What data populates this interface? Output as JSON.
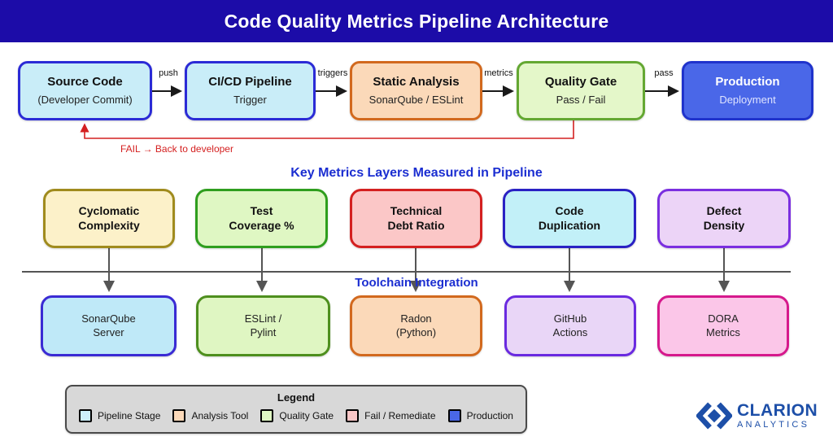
{
  "header": {
    "title": "Code Quality Metrics Pipeline Architecture"
  },
  "pipeline": {
    "nodes": [
      {
        "title": "Source Code",
        "subtitle": "(Developer Commit)"
      },
      {
        "title": "CI/CD Pipeline",
        "subtitle": "Trigger"
      },
      {
        "title": "Static Analysis",
        "subtitle": "SonarQube / ESLint"
      },
      {
        "title": "Quality Gate",
        "subtitle": "Pass / Fail"
      },
      {
        "title": "Production",
        "subtitle": "Deployment"
      }
    ],
    "edges": [
      {
        "label": "push"
      },
      {
        "label": "triggers"
      },
      {
        "label": "metrics"
      },
      {
        "label": "pass"
      }
    ],
    "fail_edge_label": "FAIL → Back to developer"
  },
  "metrics": {
    "section_title": "Key Metrics Layers Measured in Pipeline",
    "boxes": [
      {
        "line1": "Cyclomatic",
        "line2": "Complexity"
      },
      {
        "line1": "Test",
        "line2": "Coverage %"
      },
      {
        "line1": "Technical",
        "line2": "Debt Ratio"
      },
      {
        "line1": "Code",
        "line2": "Duplication"
      },
      {
        "line1": "Defect",
        "line2": "Density"
      }
    ]
  },
  "toolchain": {
    "section_title": "Toolchain Integration",
    "boxes": [
      {
        "line1": "SonarQube",
        "line2": "Server"
      },
      {
        "line1": "ESLint /",
        "line2": "Pylint"
      },
      {
        "line1": "Radon",
        "line2": "(Python)"
      },
      {
        "line1": "GitHub",
        "line2": "Actions"
      },
      {
        "line1": "DORA",
        "line2": "Metrics"
      }
    ]
  },
  "legend": {
    "title": "Legend",
    "items": [
      {
        "label": "Pipeline Stage",
        "fill": "#cdeffb",
        "border": "#2b2bd6"
      },
      {
        "label": "Analysis Tool",
        "fill": "#fbd9b9",
        "border": "#e8962e"
      },
      {
        "label": "Quality Gate",
        "fill": "#dff7c3",
        "border": "#6ab030"
      },
      {
        "label": "Fail / Remediate",
        "fill": "#fbc7c7",
        "border": "#d42020"
      },
      {
        "label": "Production",
        "fill": "#4a67e8",
        "border": "#2033cc"
      }
    ]
  },
  "logo": {
    "name": "CLARION",
    "subname": "ANALYTICS",
    "color": "#1d4fa8"
  },
  "colors": {
    "header_bg": "#1c0ca8",
    "section_title": "#1b2ed1",
    "fail_red": "#d42020",
    "connector_gray": "#555555",
    "connector_black": "#1a1a1a"
  }
}
